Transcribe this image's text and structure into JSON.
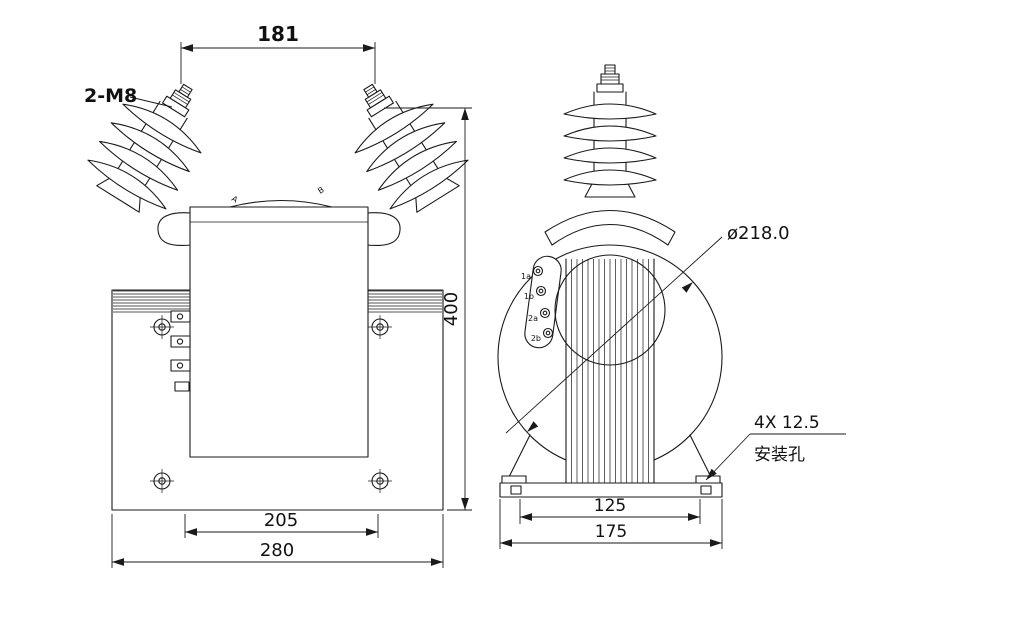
{
  "meta": {
    "background": "#ffffff",
    "line_color": "#1a1a1a"
  },
  "front_view": {
    "dim_terminal_spacing": "181",
    "thread_label": "2-M8",
    "dim_height": "400",
    "dim_body_width": "205",
    "dim_base_width": "280",
    "bushing_a_label": "A",
    "bushing_b_label": "B"
  },
  "side_view": {
    "dim_diameter": "ø218.0",
    "mounting_hole_spec": "4X 12.5",
    "mounting_hole_caption": "安装孔",
    "dim_foot_hole_spacing": "125",
    "dim_base_width": "175",
    "terminals": [
      "1a",
      "1b",
      "2a",
      "2b"
    ]
  }
}
